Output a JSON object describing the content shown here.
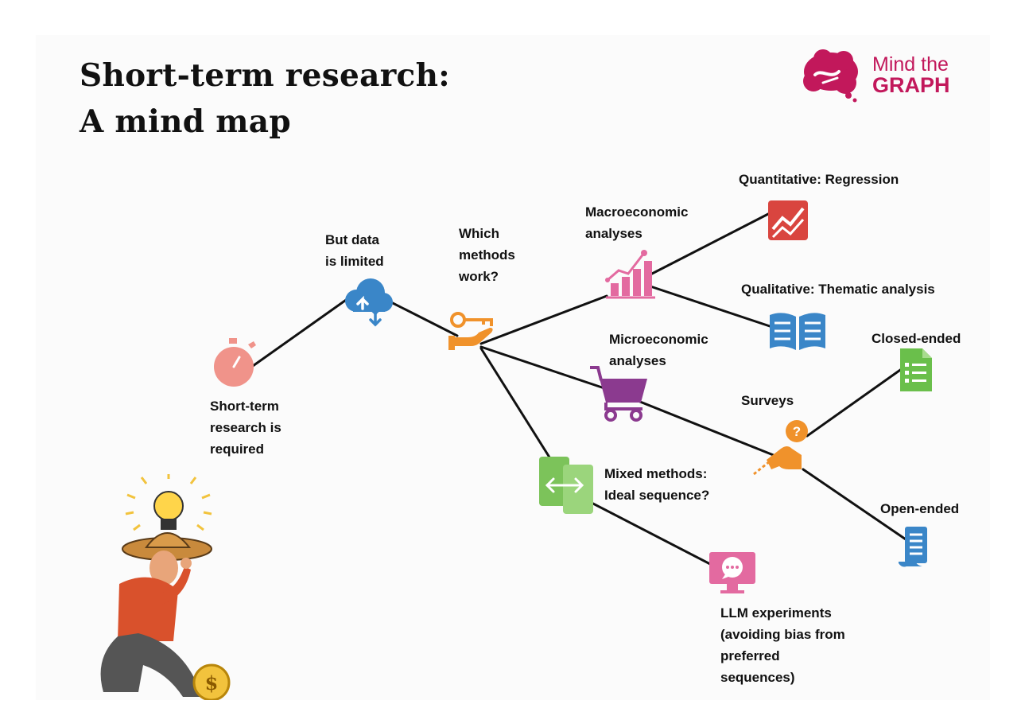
{
  "title": {
    "line1": "Short-term research:",
    "line2": "A mind map"
  },
  "logo": {
    "line1": "Mind the",
    "line2": "GRAPH"
  },
  "nodes": {
    "short_term": [
      "Short-term",
      "research is",
      "required"
    ],
    "data_limited": [
      "But data",
      "is limited"
    ],
    "which_methods": [
      "Which",
      "methods",
      "work?"
    ],
    "macro": [
      "Macroeconomic",
      "analyses"
    ],
    "quantitative": "Quantitative: Regression",
    "qualitative": "Qualitative: Thematic analysis",
    "micro": [
      "Microeconomic",
      "analyses"
    ],
    "surveys": "Surveys",
    "closed_ended": "Closed-ended",
    "open_ended": "Open-ended",
    "mixed": [
      "Mixed methods:",
      "Ideal sequence?"
    ],
    "llm": [
      "LLM experiments",
      "(avoiding bias from",
      "preferred",
      "sequences)"
    ]
  },
  "icons": {
    "short_term": "stopwatch-icon",
    "data_limited": "cloud-sync-icon",
    "which_methods": "hand-key-icon",
    "macro": "chart-growth-icon",
    "quantitative": "regression-chart-icon",
    "qualitative": "open-book-icon",
    "micro": "shopping-cart-icon",
    "surveys": "hand-question-icon",
    "closed_ended": "checklist-icon",
    "open_ended": "scroll-icon",
    "mixed": "devices-exchange-icon",
    "llm": "chat-monitor-icon",
    "thinker": "thinking-man-illustration"
  },
  "colors": {
    "salmon": "#f0938a",
    "blue": "#3a86c8",
    "orange": "#f0922b",
    "pink": "#e36aa0",
    "red": "#d9453f",
    "purple": "#8b3a8f",
    "green": "#7cc35a",
    "logo": "#c2185b",
    "edge": "#111111"
  }
}
